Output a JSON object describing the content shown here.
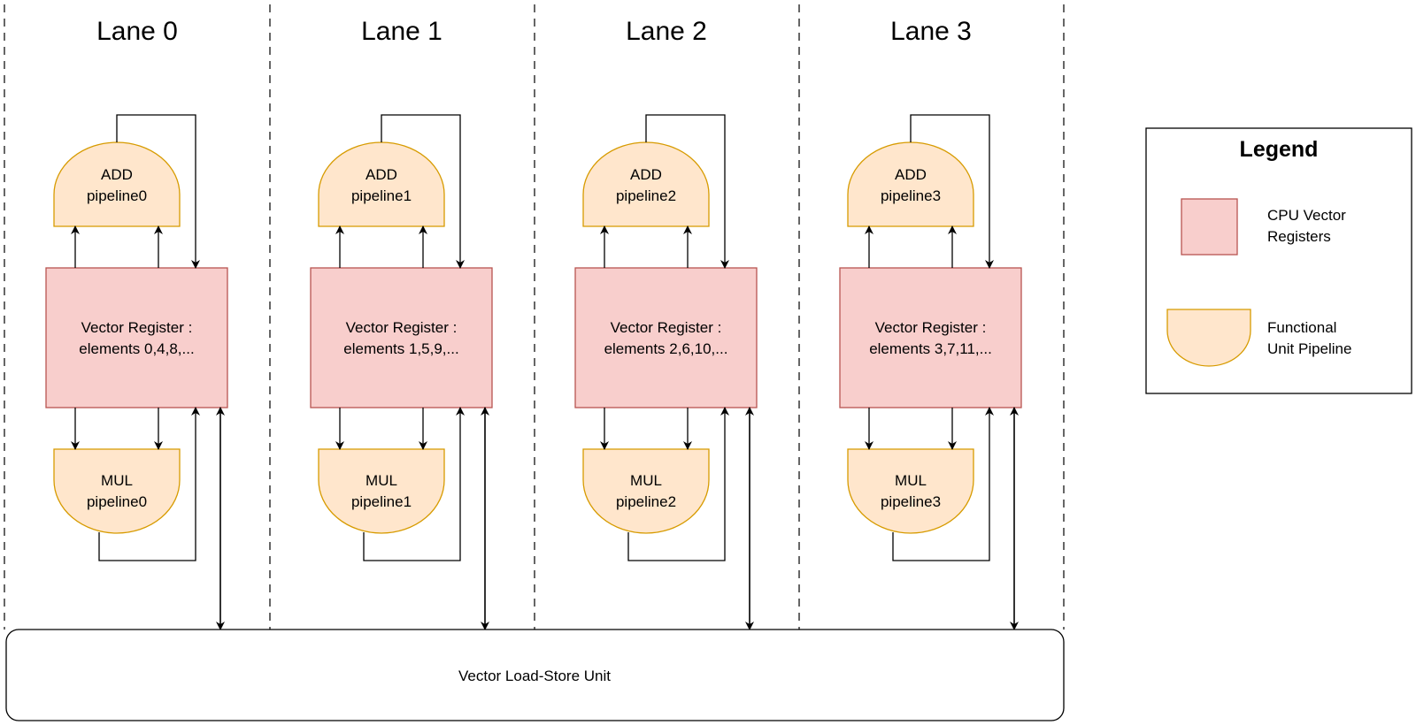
{
  "colors": {
    "register_fill": "#f8cecc",
    "register_stroke": "#b85450",
    "pipeline_fill": "#ffe6cc",
    "pipeline_stroke": "#d79b00",
    "line": "#000000"
  },
  "lanes": [
    {
      "title": "Lane 0",
      "add": {
        "line1": "ADD",
        "line2": "pipeline0"
      },
      "register": {
        "line1": "Vector Register :",
        "line2": "elements 0,4,8,..."
      },
      "mul": {
        "line1": "MUL",
        "line2": "pipeline0"
      }
    },
    {
      "title": "Lane 1",
      "add": {
        "line1": "ADD",
        "line2": "pipeline1"
      },
      "register": {
        "line1": "Vector Register :",
        "line2": "elements 1,5,9,..."
      },
      "mul": {
        "line1": "MUL",
        "line2": "pipeline1"
      }
    },
    {
      "title": "Lane 2",
      "add": {
        "line1": "ADD",
        "line2": "pipeline2"
      },
      "register": {
        "line1": "Vector Register :",
        "line2": "elements 2,6,10,..."
      },
      "mul": {
        "line1": "MUL",
        "line2": "pipeline2"
      }
    },
    {
      "title": "Lane 3",
      "add": {
        "line1": "ADD",
        "line2": "pipeline3"
      },
      "register": {
        "line1": "Vector Register :",
        "line2": "elements 3,7,11,..."
      },
      "mul": {
        "line1": "MUL",
        "line2": "pipeline3"
      }
    }
  ],
  "load_store_unit": {
    "label": "Vector Load-Store Unit"
  },
  "legend": {
    "title": "Legend",
    "register_label": {
      "line1": "CPU Vector",
      "line2": "Registers"
    },
    "pipeline_label": {
      "line1": "Functional",
      "line2": "Unit Pipeline"
    }
  }
}
